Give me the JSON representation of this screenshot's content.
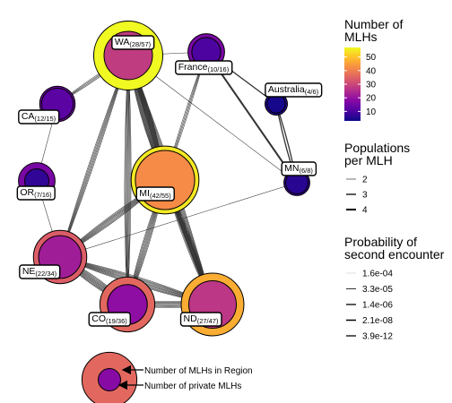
{
  "chart_data": {
    "type": "network",
    "color_scale": {
      "title_lines": [
        "Number of",
        "MLHs"
      ],
      "ticks": [
        10,
        20,
        30,
        40,
        50
      ],
      "min": 3,
      "max": 57,
      "stops": [
        "#0d0887",
        "#5302a3",
        "#8b0aa5",
        "#b83289",
        "#db5c68",
        "#f48849",
        "#febd2a",
        "#f0f921"
      ]
    },
    "nodes": [
      {
        "id": "WA",
        "name": "WA",
        "private": 28,
        "total": 57
      },
      {
        "id": "France",
        "name": "France",
        "private": 10,
        "total": 16
      },
      {
        "id": "Australia",
        "name": "Australia",
        "private": 4,
        "total": 6
      },
      {
        "id": "CA",
        "name": "CA",
        "private": 12,
        "total": 15
      },
      {
        "id": "MN",
        "name": "MN",
        "private": 6,
        "total": 8
      },
      {
        "id": "OR",
        "name": "OR",
        "private": 7,
        "total": 16
      },
      {
        "id": "MI",
        "name": "MI",
        "private": 42,
        "total": 55
      },
      {
        "id": "NE",
        "name": "NE",
        "private": 22,
        "total": 34
      },
      {
        "id": "CO",
        "name": "CO",
        "private": 19,
        "total": 36
      },
      {
        "id": "ND",
        "name": "ND",
        "private": 27,
        "total": 47
      }
    ],
    "edges": [
      {
        "source": "WA",
        "target": "MI",
        "count": 18,
        "populations": 2
      },
      {
        "source": "WA",
        "target": "NE",
        "count": 6,
        "populations": 2
      },
      {
        "source": "WA",
        "target": "CO",
        "count": 8,
        "populations": 2
      },
      {
        "source": "WA",
        "target": "ND",
        "count": 10,
        "populations": 2
      },
      {
        "source": "WA",
        "target": "CA",
        "count": 4,
        "populations": 2
      },
      {
        "source": "WA",
        "target": "France",
        "count": 1,
        "populations": 2
      },
      {
        "source": "WA",
        "target": "MN",
        "count": 1,
        "populations": 2
      },
      {
        "source": "CA",
        "target": "OR",
        "count": 1,
        "populations": 2
      },
      {
        "source": "OR",
        "target": "NE",
        "count": 1,
        "populations": 2
      },
      {
        "source": "MI",
        "target": "NE",
        "count": 8,
        "populations": 2
      },
      {
        "source": "MI",
        "target": "CO",
        "count": 8,
        "populations": 2
      },
      {
        "source": "MI",
        "target": "ND",
        "count": 9,
        "populations": 2
      },
      {
        "source": "MI",
        "target": "France",
        "count": 4,
        "populations": 2
      },
      {
        "source": "MI",
        "target": "ND",
        "count": 2,
        "populations": 4
      },
      {
        "source": "NE",
        "target": "CO",
        "count": 10,
        "populations": 2
      },
      {
        "source": "NE",
        "target": "ND",
        "count": 10,
        "populations": 2
      },
      {
        "source": "CO",
        "target": "ND",
        "count": 8,
        "populations": 2
      },
      {
        "source": "NE",
        "target": "MN",
        "count": 1,
        "populations": 2
      },
      {
        "source": "France",
        "target": "MN",
        "count": 1,
        "populations": 4
      },
      {
        "source": "France",
        "target": "Australia",
        "count": 1,
        "populations": 3
      },
      {
        "source": "Australia",
        "target": "MN",
        "count": 2,
        "populations": 3
      }
    ],
    "legend_populations": {
      "title_lines": [
        "Populations",
        "per MLH"
      ],
      "items": [
        {
          "label": "2",
          "populations": 2
        },
        {
          "label": "3",
          "populations": 3
        },
        {
          "label": "4",
          "populations": 4
        }
      ]
    },
    "legend_probability": {
      "title_lines": [
        "Probability of",
        "second encounter"
      ],
      "items": [
        "1.6e-04",
        "3.3e-05",
        "1.4e-06",
        "2.1e-08",
        "3.9e-12"
      ]
    },
    "key": {
      "outer_label": "Number of MLHs in Region",
      "inner_label": "Number of private MLHs",
      "example_total": 36,
      "example_private": 6
    }
  }
}
